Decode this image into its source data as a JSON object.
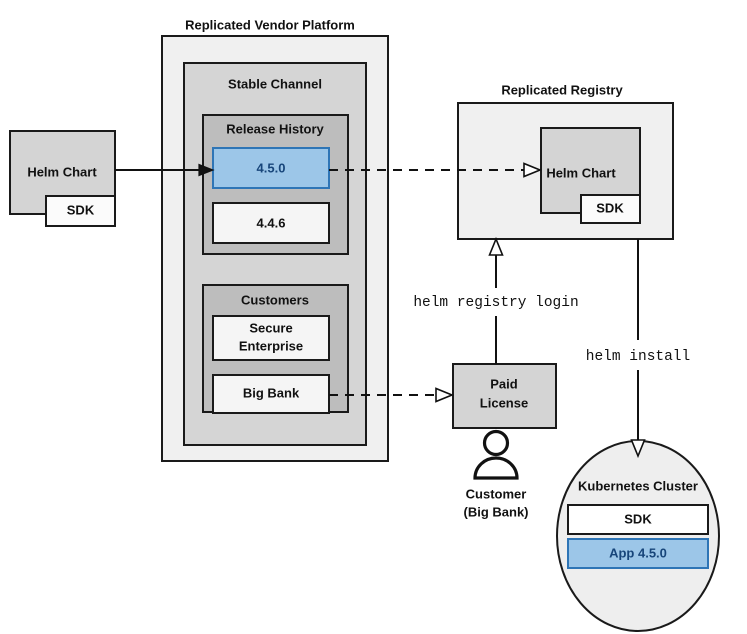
{
  "diagram": {
    "title": "Replicated Vendor Platform architecture flow",
    "colors": {
      "platform_fill": "#f0f0f0",
      "channel_fill": "#d5d5d5",
      "group_fill": "#bdbdbd",
      "chart_fill": "#d4d4d4",
      "white_fill": "#fbfbfb",
      "highlight_fill": "#9cc6e8",
      "highlight_stroke": "#2e75b6",
      "highlight_text": "#17457a",
      "registry_fill": "#f0f0f0",
      "cluster_fill": "#eeeeee",
      "stroke": "#1a1a1a"
    },
    "source_chart": {
      "label": "Helm Chart",
      "sdk_label": "SDK"
    },
    "platform": {
      "title": "Replicated Vendor Platform",
      "channel": {
        "title": "Stable Channel",
        "release_history": {
          "title": "Release History",
          "releases": [
            {
              "version": "4.5.0",
              "highlighted": true
            },
            {
              "version": "4.4.6",
              "highlighted": false
            }
          ]
        },
        "customers": {
          "title": "Customers",
          "entries": [
            {
              "name": "Secure Enterprise",
              "line1": "Secure",
              "line2": "Enterprise"
            },
            {
              "name": "Big Bank",
              "line1": "Big Bank",
              "line2": ""
            }
          ]
        }
      }
    },
    "registry": {
      "title": "Replicated Registry",
      "chart": {
        "label": "Helm Chart",
        "sdk_label": "SDK"
      }
    },
    "license": {
      "line1": "Paid",
      "line2": "License"
    },
    "customer_actor": {
      "icon": "person-icon",
      "line1": "Customer",
      "line2": "(Big Bank)"
    },
    "cluster": {
      "title": "Kubernetes Cluster",
      "items": [
        {
          "label": "SDK",
          "highlighted": false
        },
        {
          "label": "App 4.5.0",
          "highlighted": true
        }
      ]
    },
    "commands": {
      "registry_login": "helm registry login",
      "install": "helm install"
    },
    "edges": [
      {
        "name": "chart-to-release",
        "style": "solid",
        "arrow": "filled"
      },
      {
        "name": "release-to-registry",
        "style": "dashed",
        "arrow": "open"
      },
      {
        "name": "bigbank-to-license",
        "style": "dashed",
        "arrow": "open"
      },
      {
        "name": "license-to-registry",
        "style": "solid",
        "arrow": "open",
        "label": "helm registry login"
      },
      {
        "name": "registry-to-cluster",
        "style": "solid",
        "arrow": "open",
        "label": "helm install"
      }
    ]
  }
}
